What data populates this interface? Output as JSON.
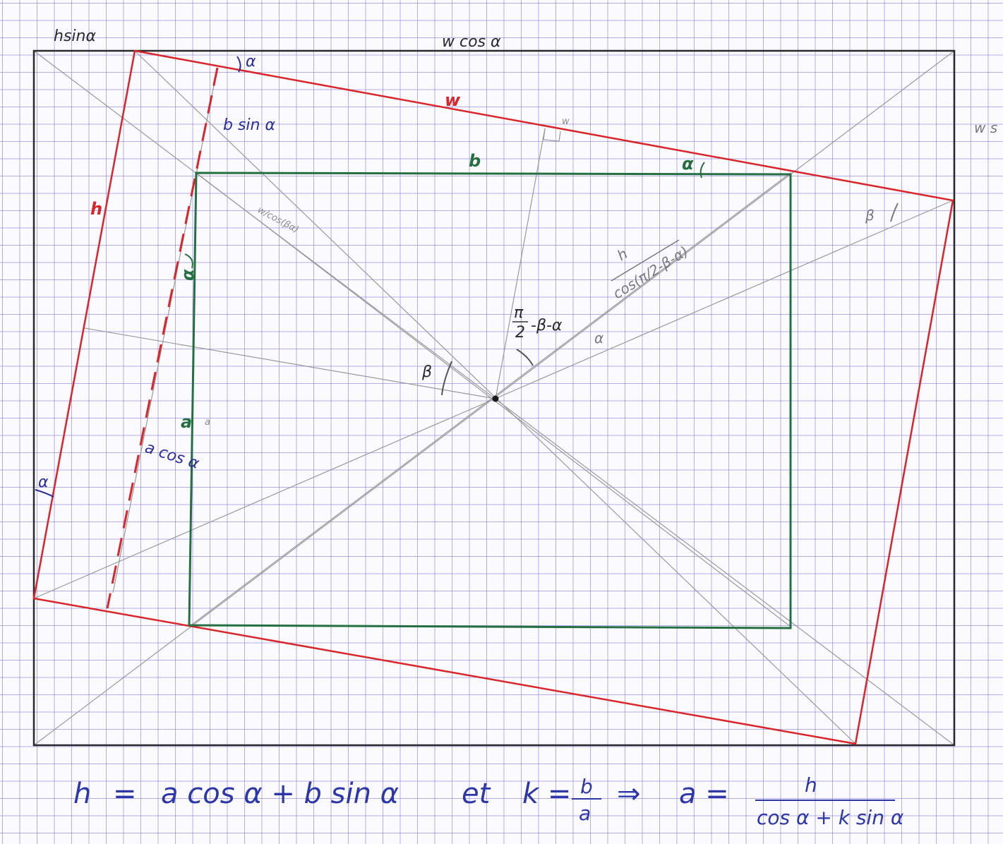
{
  "labels": {
    "h_sin_alpha": "hsinα",
    "w_cos_alpha": "w cos α",
    "w_sin_partial": "w s",
    "alpha_top": "α",
    "w_red": "w",
    "w_gray": "w",
    "b_sin_alpha": "b sin α",
    "h_red": "h",
    "b_green": "b",
    "alpha_green_right": "α",
    "beta_right": "β",
    "alpha_green_left": "α",
    "half_diag_gray": "w/cos(βα)",
    "h_over_cos": "h",
    "cos_pi_expr": "cos(π/2-β-α)",
    "pi_over_2": "π",
    "pi_denominator": "2",
    "pi_rest": "-β-α",
    "alpha_center": "α",
    "beta_center": "β",
    "a_green": "a",
    "a_gray": "a",
    "a_cos_alpha": "a cos α",
    "alpha_left": "α"
  },
  "formula": {
    "lhs": "h",
    "equals1": "=",
    "rhs": "a cos α + b sin α",
    "and_word": "et",
    "k_def": "k =",
    "k_num": "b",
    "k_den": "a",
    "implies": "⇒",
    "a_lhs": "a =",
    "frac_num": "h",
    "frac_den": "cos α + k sin α"
  },
  "colors": {
    "outer_frame": "#2a2a2a",
    "rotated_rect": "#d8262a",
    "inner_rect": "#257040",
    "construction": "#9a9a9a",
    "ink_blue": "#2d37a8",
    "grid": "#7c70d6",
    "paper": "#fbfaff"
  }
}
